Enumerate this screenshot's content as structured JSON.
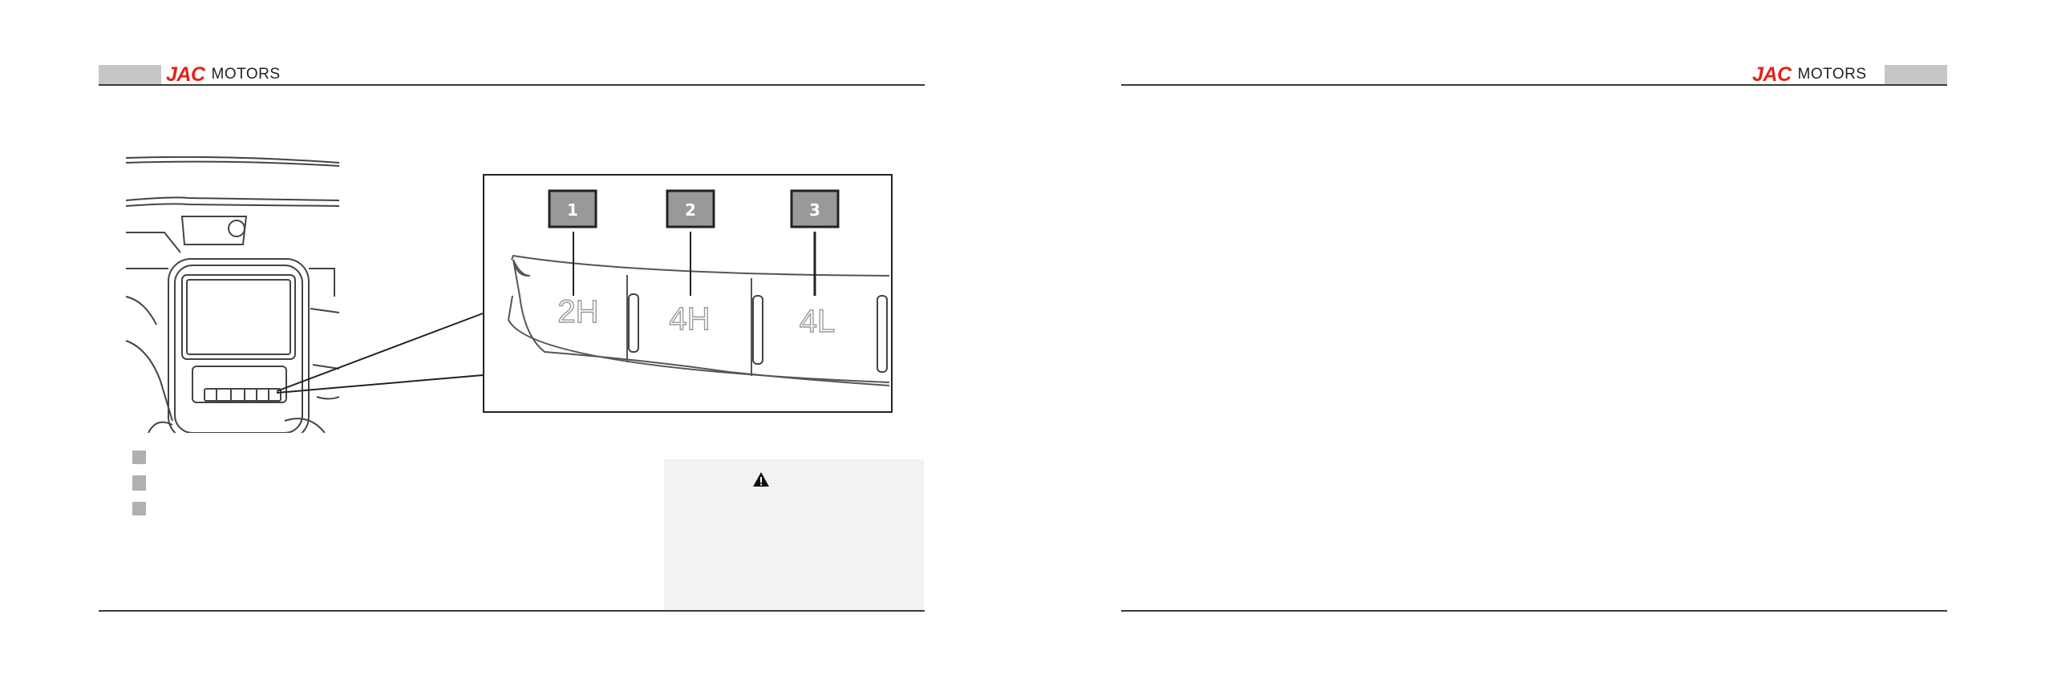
{
  "brand": {
    "logo_text_red": "JAC",
    "logo_text_black": "MOTORS",
    "accent_color": "#e2231a",
    "header_gray": "#c6c6c6"
  },
  "figure": {
    "callouts": [
      {
        "number": "1",
        "selector": "2H"
      },
      {
        "number": "2",
        "selector": "4H"
      },
      {
        "number": "3",
        "selector": "4L"
      }
    ]
  },
  "legend": {
    "bullets": 3
  },
  "warning": {
    "icon": "warning-triangle-icon"
  }
}
